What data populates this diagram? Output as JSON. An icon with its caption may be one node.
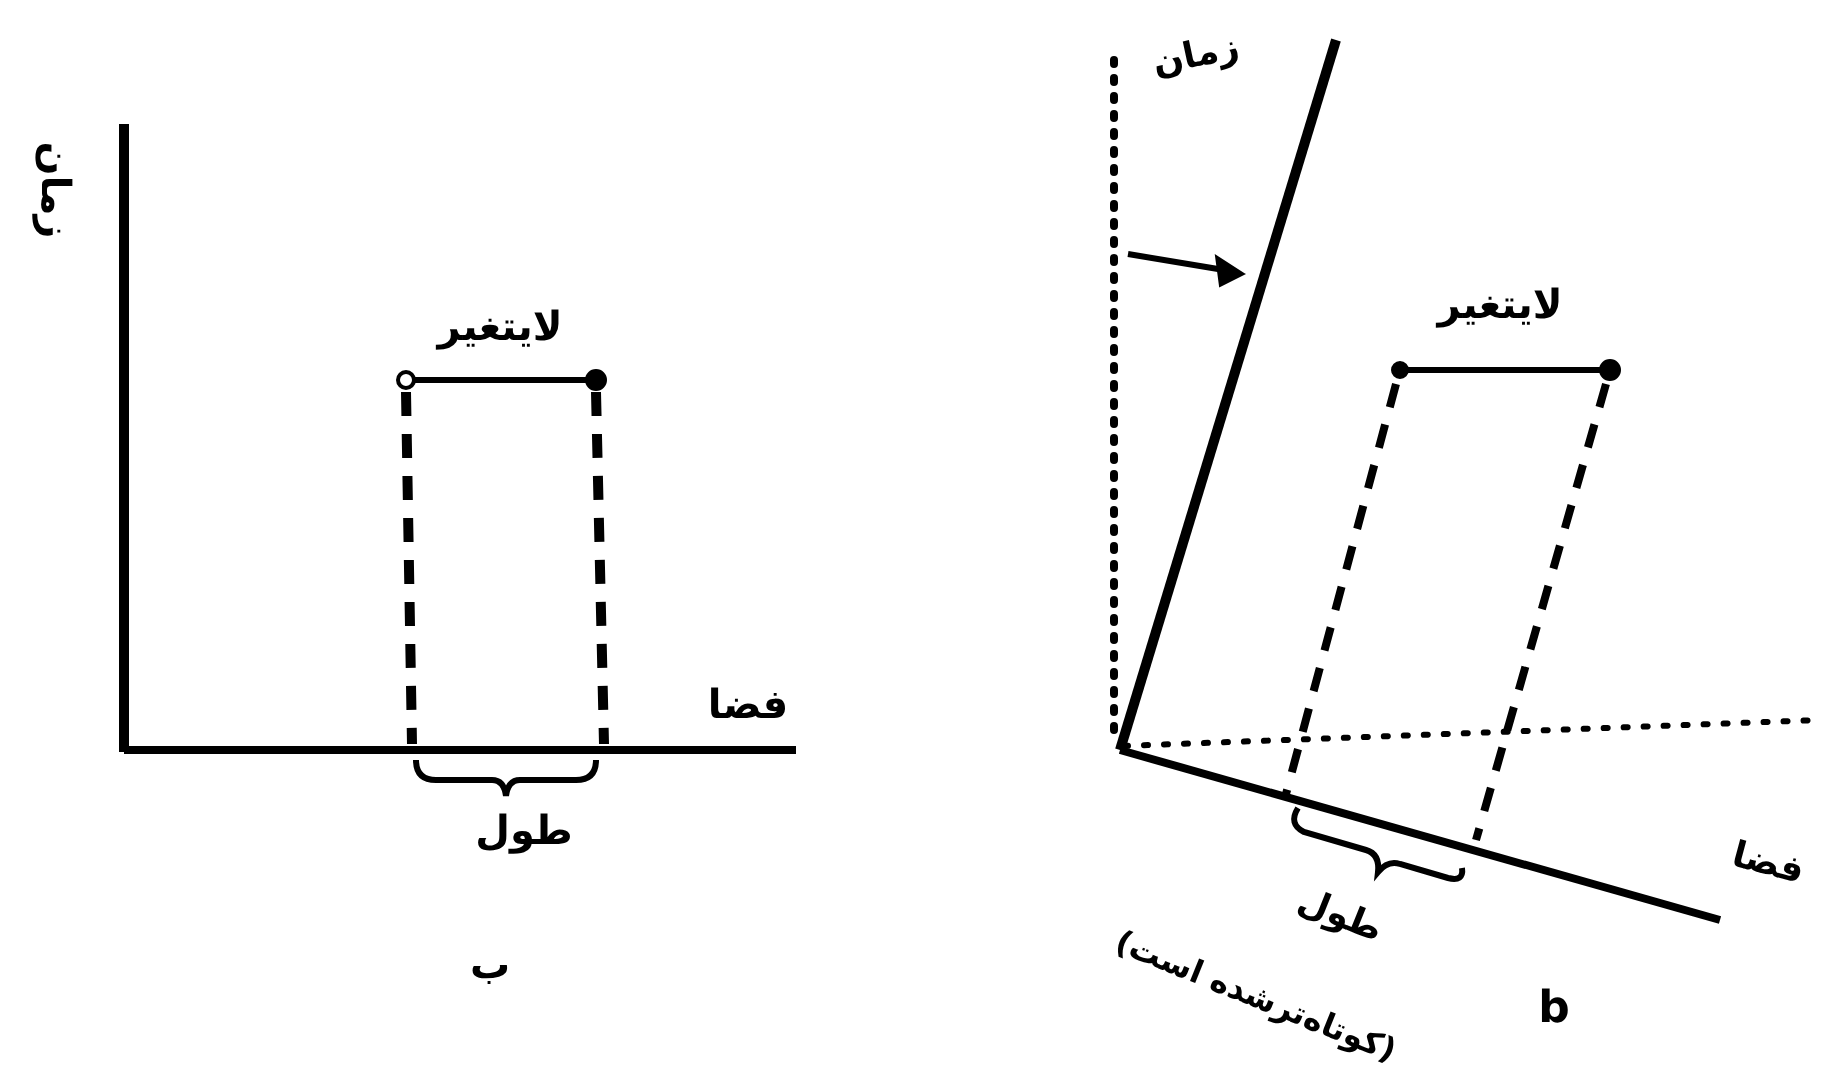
{
  "diagram": {
    "labels": [
      "زمان",
      "لایتغیر",
      "فضا",
      "طول",
      "ب",
      "زمان",
      "لایتغیر",
      "فضا",
      "طول",
      "(کوتاه‌ترشده است)",
      "b"
    ]
  }
}
